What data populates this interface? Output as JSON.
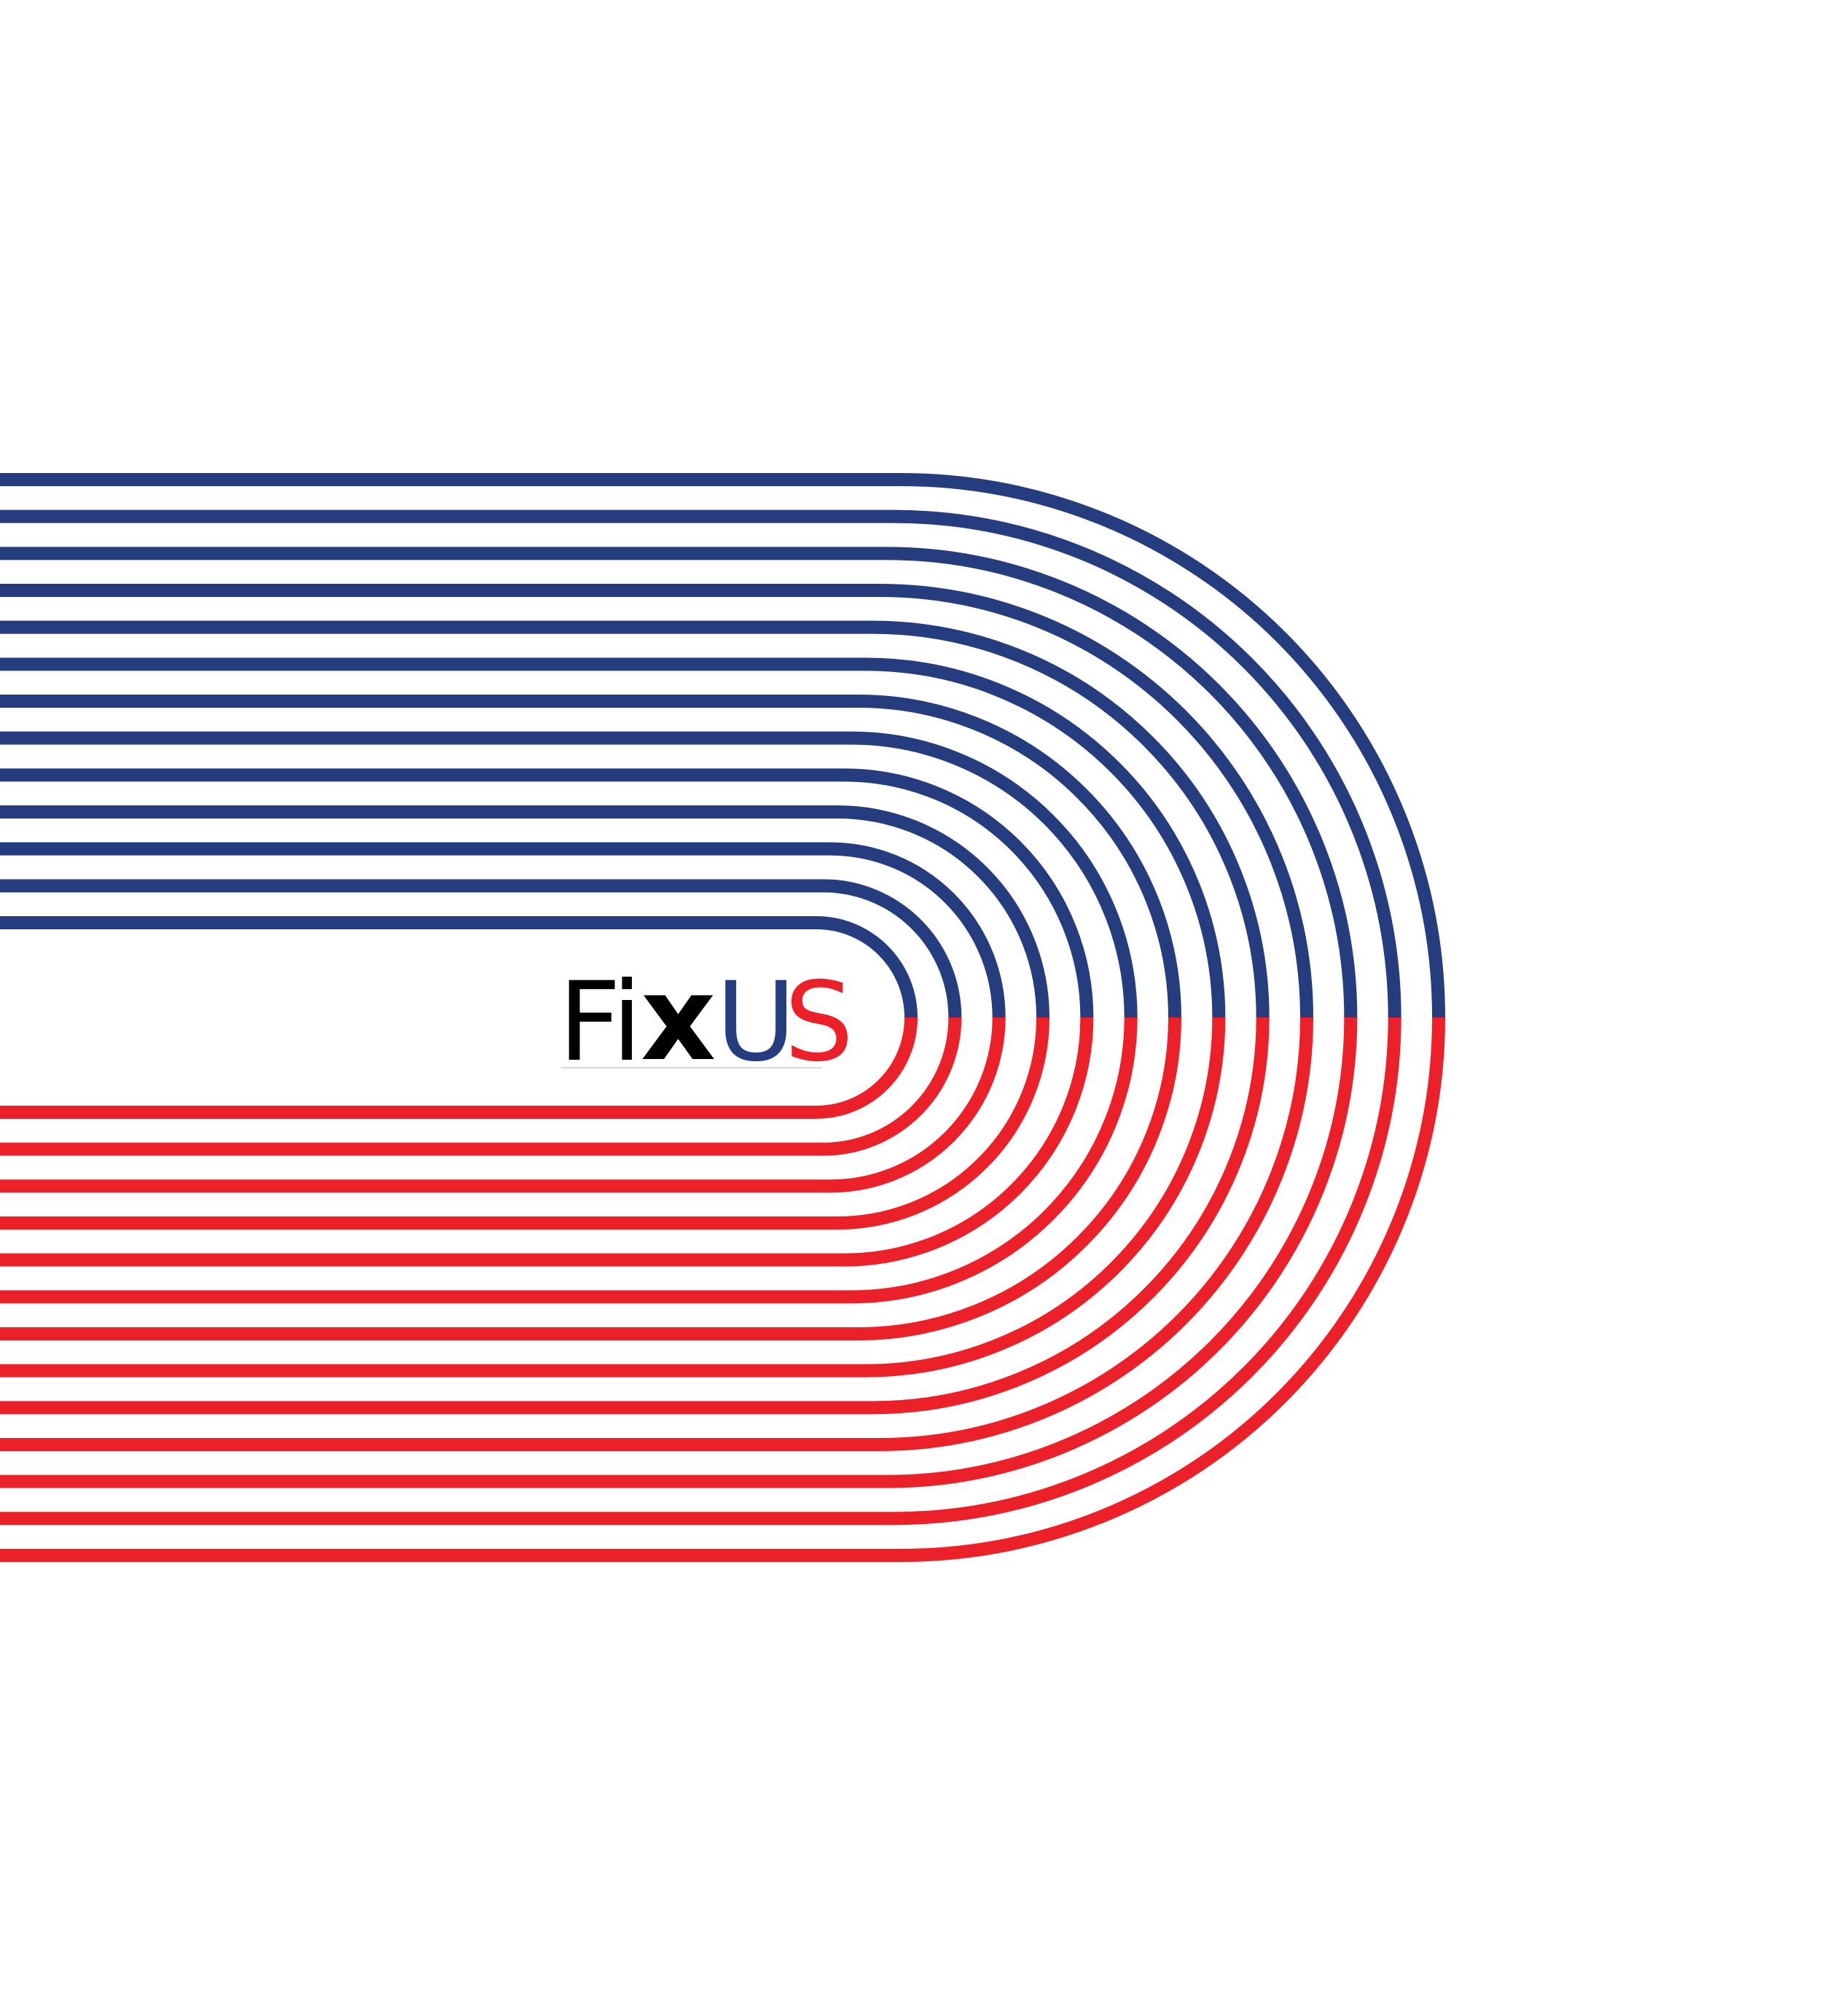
{
  "logo": {
    "part_a": "Fi",
    "part_b": "x",
    "part_c": "U",
    "part_d": "S",
    "colors": {
      "dark": "#000000",
      "blue": "#253d7e",
      "red": "#ec2028"
    }
  },
  "artwork": {
    "stripe_count": 13,
    "top_color": "#253d7e",
    "bottom_color": "#ec2028",
    "background": "#ffffff"
  }
}
